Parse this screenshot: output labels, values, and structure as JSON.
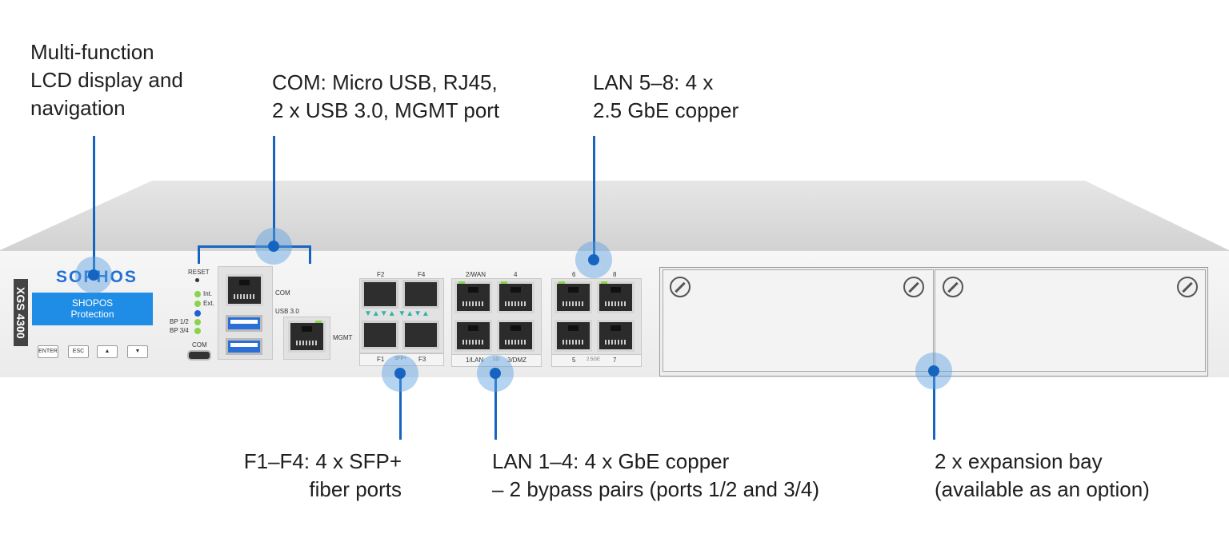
{
  "callouts": {
    "lcd": "Multi-function\nLCD display  and\nnavigation",
    "com": "COM: Micro USB, RJ45,\n2 x USB 3.0, MGMT port",
    "lan58": "LAN 5–8: 4 x\n2.5 GbE copper",
    "sfp": "F1–F4: 4 x SFP+\nfiber ports",
    "lan14": "LAN 1–4: 4 x GbE copper\n– 2 bypass pairs (ports 1/2 and 3/4)",
    "bay": "2 x expansion bay\n(available as an option)"
  },
  "device": {
    "model": "XGS 4300",
    "logo": "SOPHOS",
    "lcd_line1": "SHOPOS",
    "lcd_line2": "Protection",
    "keys": [
      "ENTER",
      "ESC",
      "▲",
      "▼"
    ],
    "reset": "RESET",
    "led_int": "Int.",
    "led_ext": "Ext.",
    "bp12": "BP 1/2",
    "bp34": "BP 3/4",
    "com_small": "COM",
    "com_rj": "COM",
    "usb": "USB 3.0",
    "mgmt": "MGMT",
    "f2": "F2",
    "f4": "F4",
    "f1": "F1",
    "f3": "F3",
    "sfp_plus": "SFP+",
    "wan": "2/WAN",
    "p4": "4",
    "lan1": "1/LAN",
    "one_g": "1G",
    "dmz": "3/DMZ",
    "p6": "6",
    "p8": "8",
    "p5": "5",
    "p7": "7",
    "speed25": "2.5GE"
  },
  "colors": {
    "accent": "#1565c0",
    "halo": "#5aa0e1",
    "logo": "#1f6fd6",
    "lcd": "#1f8de6",
    "led_green": "#8bd34a",
    "led_blue": "#1e5fd6",
    "usb": "#2a6ed8"
  }
}
